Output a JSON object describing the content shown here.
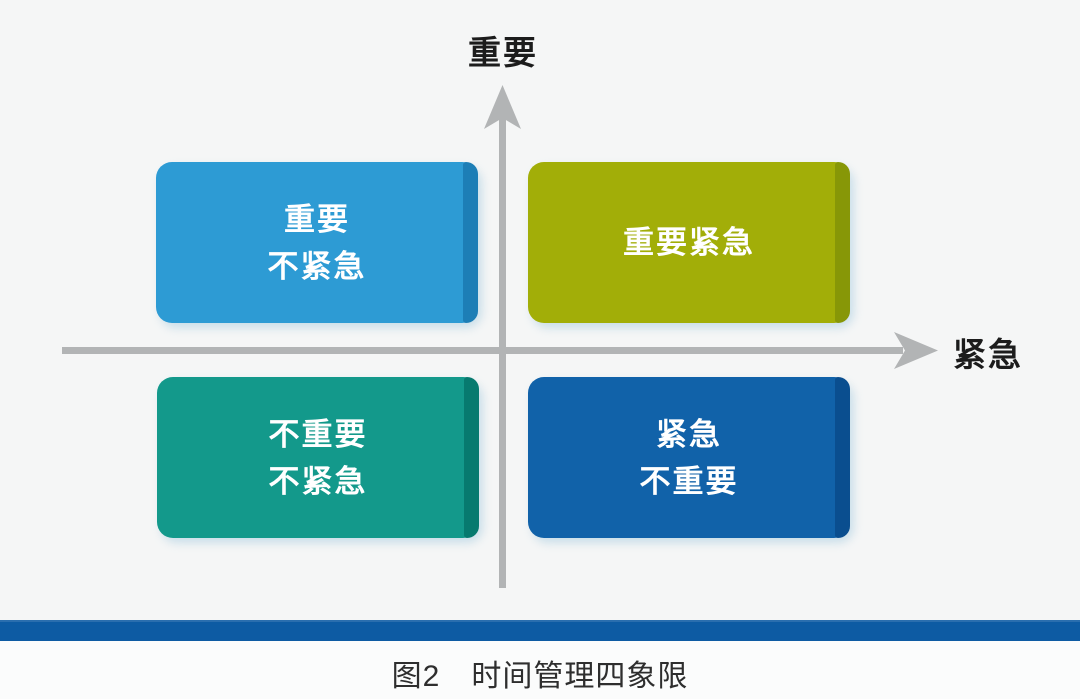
{
  "diagram": {
    "y_axis_label": "重要",
    "x_axis_label": "紧急",
    "axis_color": "#b2b4b5",
    "quadrants": [
      {
        "id": "important-not-urgent",
        "lines": [
          "重要",
          "不紧急"
        ],
        "color": "#2d9bd4",
        "edge_color": "#1d7eb6"
      },
      {
        "id": "important-urgent",
        "lines": [
          "重要紧急"
        ],
        "color": "#a2ae08",
        "edge_color": "#879707"
      },
      {
        "id": "not-important-not-urgent",
        "lines": [
          "不重要",
          "不紧急"
        ],
        "color": "#13998b",
        "edge_color": "#077a6f"
      },
      {
        "id": "urgent-not-important",
        "lines": [
          "紧急",
          "不重要"
        ],
        "color": "#1162a9",
        "edge_color": "#0a4e8f"
      }
    ],
    "divider_bar_color": "#0d5ba3",
    "caption": "图2　时间管理四象限"
  }
}
